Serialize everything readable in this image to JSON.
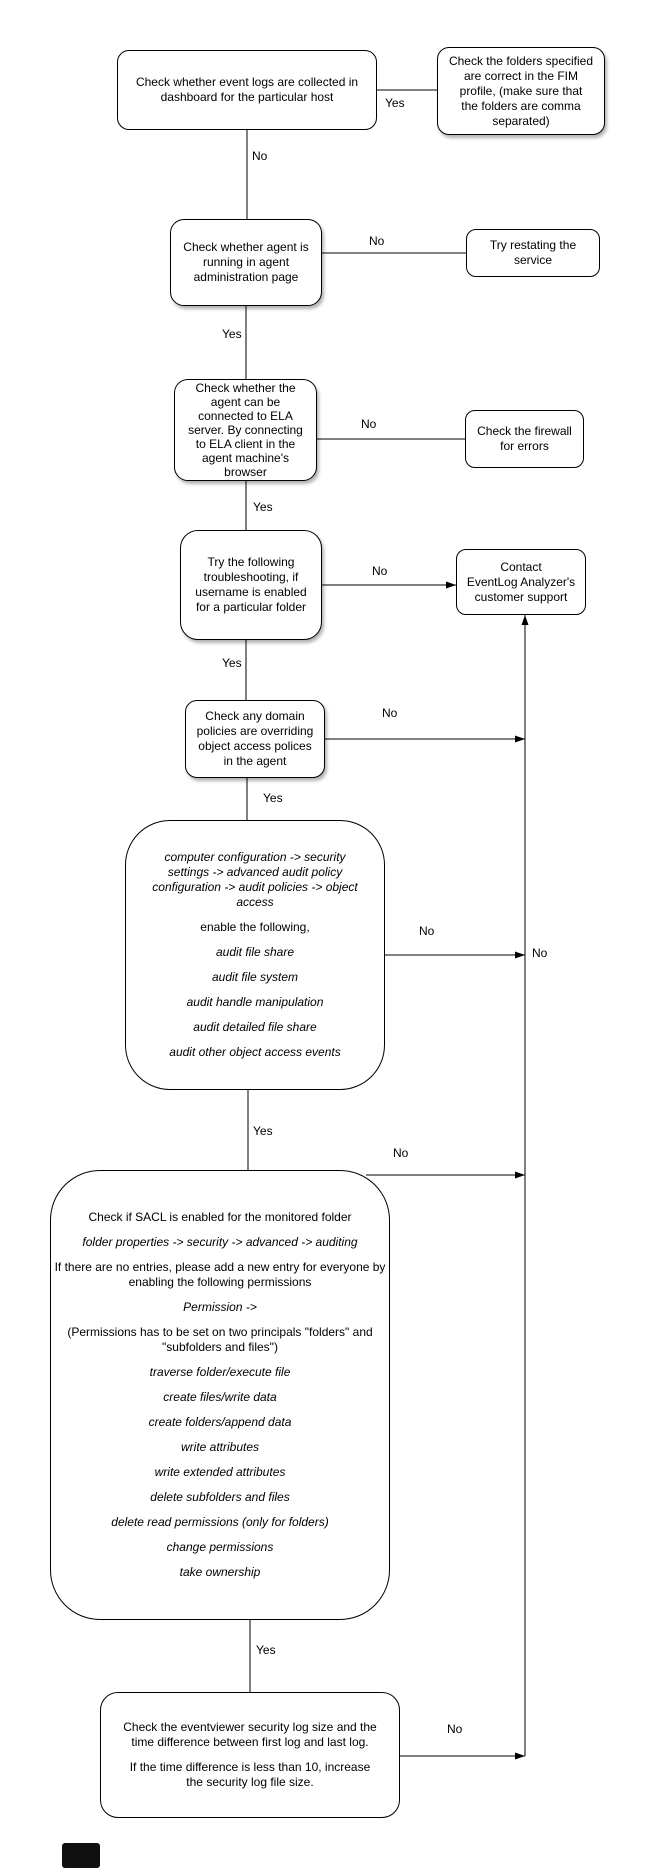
{
  "flowchart": {
    "colors": {
      "background": "#ffffff",
      "node_fill": "#ffffff",
      "node_border": "#000000",
      "connector": "#000000",
      "text": "#000000"
    },
    "nodes": {
      "event_logs": {
        "lines": [
          "Check whether event logs are collected in",
          "dashboard for the particular host"
        ]
      },
      "fim_profile": {
        "lines": [
          "Check the folders specified",
          "are correct in the FIM",
          "profile, (make sure that",
          "the folders are comma",
          "separated)"
        ]
      },
      "agent_running": {
        "lines": [
          "Check whether agent is",
          "running in agent",
          "administration page"
        ]
      },
      "restart_service": {
        "lines": [
          "Try restating the",
          "service"
        ]
      },
      "ela_connect": {
        "lines": [
          "Check whether the",
          "agent can be",
          "connected to ELA",
          "server. By connecting",
          "to ELA client in the",
          "agent machine's",
          "browser"
        ]
      },
      "firewall": {
        "lines": [
          "Check the firewall",
          "for errors"
        ]
      },
      "troubleshoot": {
        "lines": [
          "Try the following",
          "troubleshooting, if",
          "username is enabled",
          "for a particular folder"
        ]
      },
      "contact_support": {
        "lines": [
          "Contact",
          "EventLog Analyzer's",
          "customer support"
        ]
      },
      "domain_policies": {
        "lines": [
          "Check any domain",
          "policies are overriding",
          "object access polices",
          "in the agent"
        ]
      },
      "audit_policy": {
        "paragraphs": [
          {
            "lines": [
              "computer configuration -> security",
              "settings -> advanced audit policy",
              "configuration -> audit policies -> object",
              "access"
            ]
          },
          {
            "lines": [
              "enable the following,"
            ]
          },
          {
            "lines": [
              "audit file share"
            ]
          },
          {
            "lines": [
              "audit file system"
            ]
          },
          {
            "lines": [
              "audit handle manipulation"
            ]
          },
          {
            "lines": [
              "audit detailed file share"
            ]
          },
          {
            "lines": [
              "audit other object access events"
            ]
          }
        ]
      },
      "sacl": {
        "paragraphs": [
          {
            "lines": [
              "Check if SACL is enabled for the monitored folder"
            ]
          },
          {
            "lines": [
              "folder properties -> security -> advanced -> auditing"
            ]
          },
          {
            "lines": [
              "If there are no entries, please add a new entry for everyone by",
              "enabling the following permissions"
            ]
          },
          {
            "lines": [
              "Permission ->"
            ]
          },
          {
            "lines": [
              "(Permissions has to be set on two principals \"folders\" and",
              "\"subfolders and files\")"
            ]
          },
          {
            "lines": [
              "traverse folder/execute file"
            ]
          },
          {
            "lines": [
              "create files/write data"
            ]
          },
          {
            "lines": [
              "create folders/append data"
            ]
          },
          {
            "lines": [
              "write attributes"
            ]
          },
          {
            "lines": [
              "write extended attributes"
            ]
          },
          {
            "lines": [
              "delete subfolders and files"
            ]
          },
          {
            "lines": [
              "delete read permissions (only for folders)"
            ]
          },
          {
            "lines": [
              "change permissions"
            ]
          },
          {
            "lines": [
              "take ownership"
            ]
          }
        ]
      },
      "log_size": {
        "paragraphs": [
          {
            "lines": [
              "Check the eventviewer security log size and the",
              "time difference between first log and last log."
            ]
          },
          {
            "lines": [
              "If the time difference is less than 10, increase",
              "the security log file size."
            ]
          }
        ]
      }
    },
    "edge_labels": {
      "event_logs_yes": "Yes",
      "event_logs_no": "No",
      "agent_running_no": "No",
      "agent_running_yes": "Yes",
      "ela_connect_no": "No",
      "ela_connect_yes": "Yes",
      "troubleshoot_no": "No",
      "troubleshoot_yes": "Yes",
      "domain_no": "No",
      "domain_yes": "Yes",
      "audit_no": "No",
      "trunk_no": "No",
      "audit_yes": "Yes",
      "sacl_no": "No",
      "sacl_yes": "Yes",
      "logsize_no": "No"
    }
  }
}
